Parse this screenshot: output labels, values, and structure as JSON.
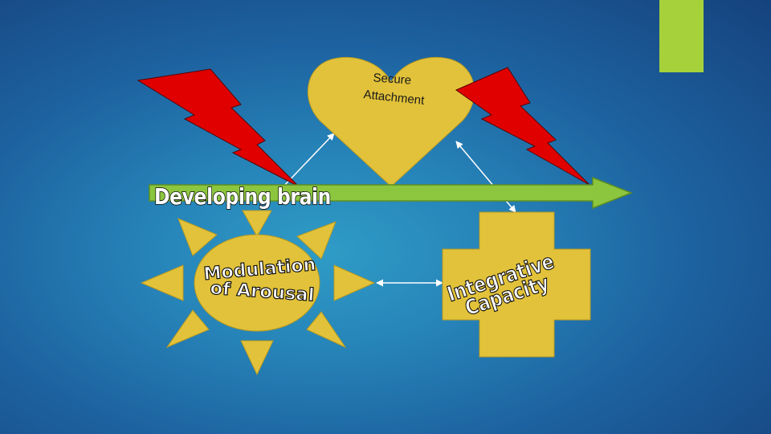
{
  "diagram": {
    "heart_label_line1": "Secure",
    "heart_label_line2": "Attachment",
    "banner_label": "Developing brain",
    "sun_label_line1": "Modulation",
    "sun_label_line2": "of Arousal",
    "cross_label_line1": "Integrative",
    "cross_label_line2": "Capacity",
    "colors": {
      "background": "#1d62a0",
      "shape_fill": "#e2c23a",
      "lightning_fill": "#e00000",
      "arrow_fill": "#8cc63f",
      "accent_bar": "#a6d13a"
    }
  }
}
